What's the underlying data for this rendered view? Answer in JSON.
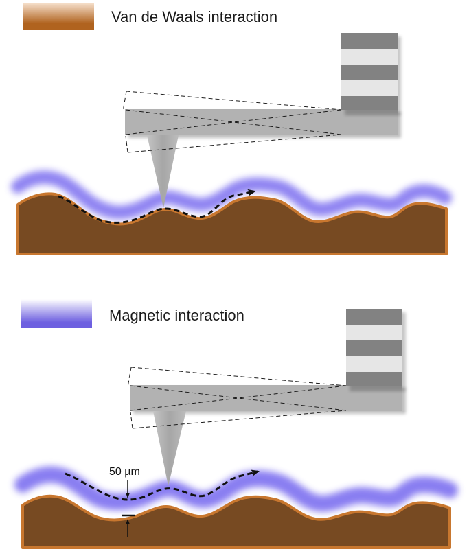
{
  "legend": {
    "van_der_waals": {
      "label": "Van de Waals interaction",
      "swatch_top": "#f7e2cf",
      "swatch_bottom": "#b0631f"
    },
    "magnetic": {
      "label": "Magnetic interaction",
      "swatch_top": "#ffffff",
      "swatch_bottom": "#6d5fe0"
    }
  },
  "measurement": {
    "label": "50 µm"
  },
  "colors": {
    "surface": "#774a22",
    "surface_edge": "#c8772f",
    "magnetic_glow": "#7d6ff0",
    "cantilever": "#b2b2b2",
    "laser_dark": "#828282",
    "laser_light": "#e6e6e6",
    "path": "#111111"
  }
}
